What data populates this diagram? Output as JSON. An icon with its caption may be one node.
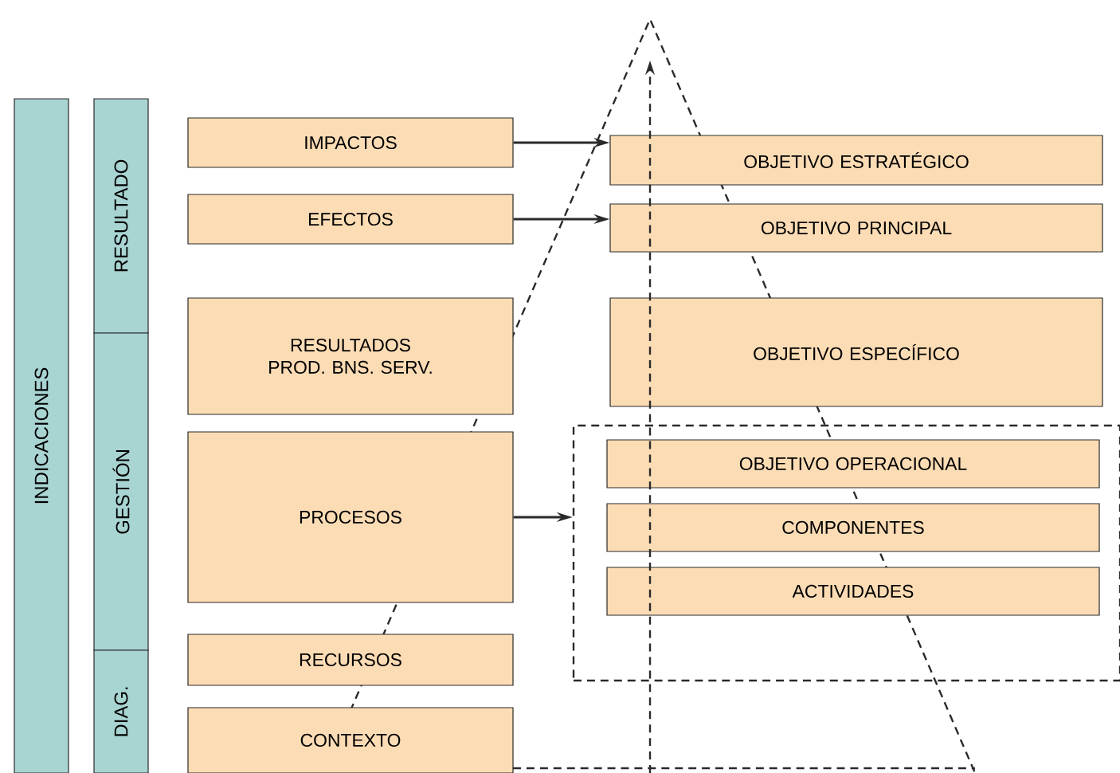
{
  "diagram": {
    "nodes": [
      {
        "text": [
          "INDICACIONES"
        ]
      },
      {
        "text": [
          "RESULTADO"
        ]
      },
      {
        "text": [
          "GESTIÓN"
        ]
      },
      {
        "text": [
          "DIAG."
        ]
      },
      {
        "text": [
          "IMPACTOS"
        ]
      },
      {
        "text": [
          "EFECTOS"
        ]
      },
      {
        "text": [
          "RESULTADOS PROD. BNS. SERV."
        ]
      },
      {
        "text": [
          "PROCESOS"
        ]
      },
      {
        "text": [
          "RECURSOS"
        ]
      },
      {
        "text": [
          "CONTEXTO"
        ]
      },
      {
        "text": [
          "OBJETIVO ESTRATÉGICO"
        ]
      },
      {
        "text": [
          "OBJETIVO PRINCIPAL"
        ]
      },
      {
        "text": [
          "OBJETIVO ESPECÍFICO"
        ]
      },
      {
        "text": [],
        "shape": "box"
      },
      {
        "text": [
          "OBJETIVO OPERACIONAL"
        ],
        "in": 13
      },
      {
        "text": [
          "COMPONENTES"
        ],
        "in": 13
      },
      {
        "text": [
          "ACTIVIDADES"
        ],
        "in": 13
      }
    ],
    "edges": [
      {
        "from": 4,
        "to": 10,
        "arrow": "to"
      },
      {
        "from": 5,
        "to": 11,
        "arrow": "to"
      },
      {
        "from": 7,
        "to": 13,
        "arrow": "to"
      }
    ]
  }
}
